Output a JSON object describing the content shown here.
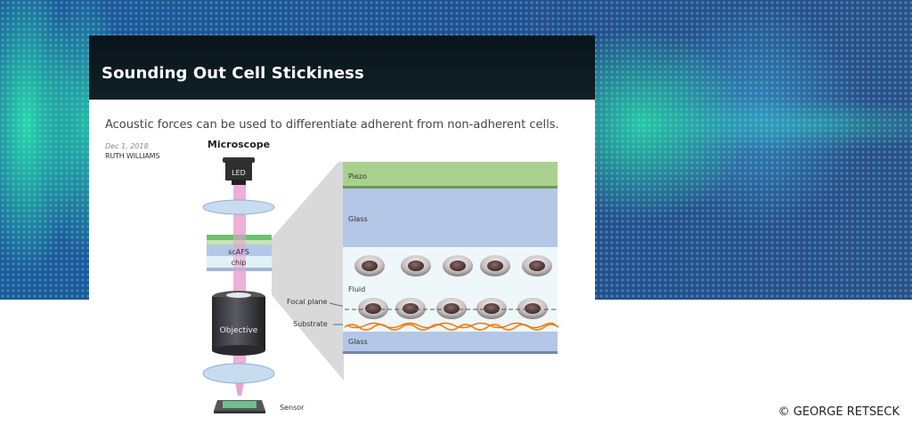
{
  "article": {
    "title": "Sounding Out Cell Stickiness",
    "subtitle": "Acoustic forces can be used to differentiate adherent from non-adherent cells.",
    "date": "Dec 1, 2018",
    "author": "RUTH WILLIAMS"
  },
  "figure": {
    "heading": "Microscope",
    "led_label": "LED",
    "chip_label_1": "scAFS",
    "chip_label_2": "chip",
    "objective_label": "Objective",
    "sensor_label": "Sensor",
    "focal_plane_label": "Focal plane",
    "substrate_label": "Substrate",
    "layers": {
      "piezo": "Piezo",
      "glass_top": "Glass",
      "fluid": "Fluid",
      "glass_bottom": "Glass"
    },
    "colors": {
      "piezo": "#a9d18e",
      "glass": "#b4c7e7",
      "fluid": "#eef7fa",
      "beam": "#e377c2",
      "substrate": "#f28c28"
    }
  },
  "credit": "© GEORGE RETSECK"
}
